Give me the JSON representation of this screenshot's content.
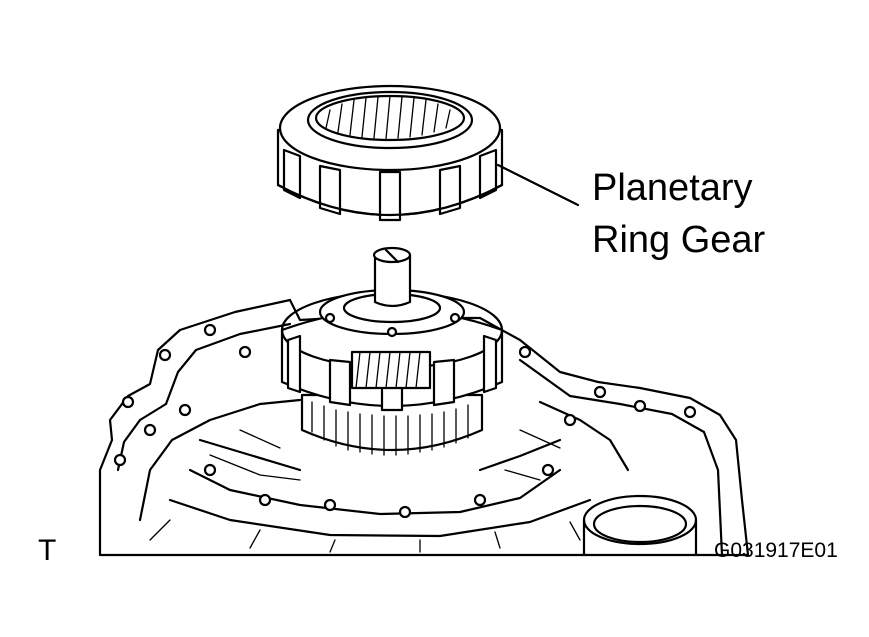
{
  "callout": {
    "line1": "Planetary",
    "line2": "Ring Gear"
  },
  "corner_mark": "T",
  "figure_code": "G031917E01",
  "colors": {
    "ink": "#000000",
    "paper": "#ffffff"
  }
}
